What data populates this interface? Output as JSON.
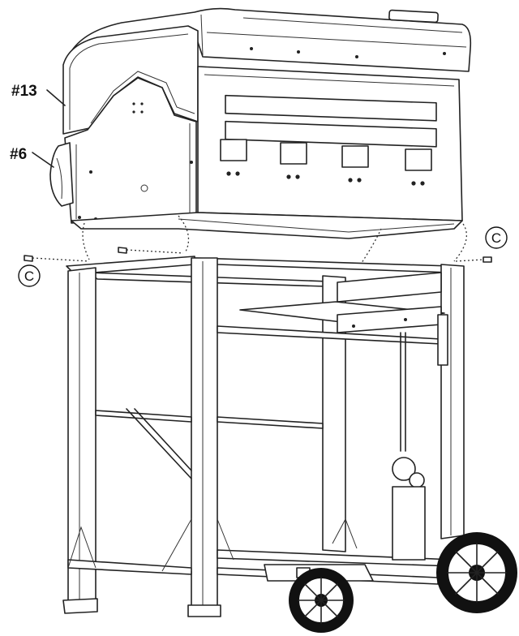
{
  "labels": {
    "part_13": "#13",
    "part_6": "#6",
    "hardware_c_left": "C",
    "hardware_c_right": "C"
  }
}
